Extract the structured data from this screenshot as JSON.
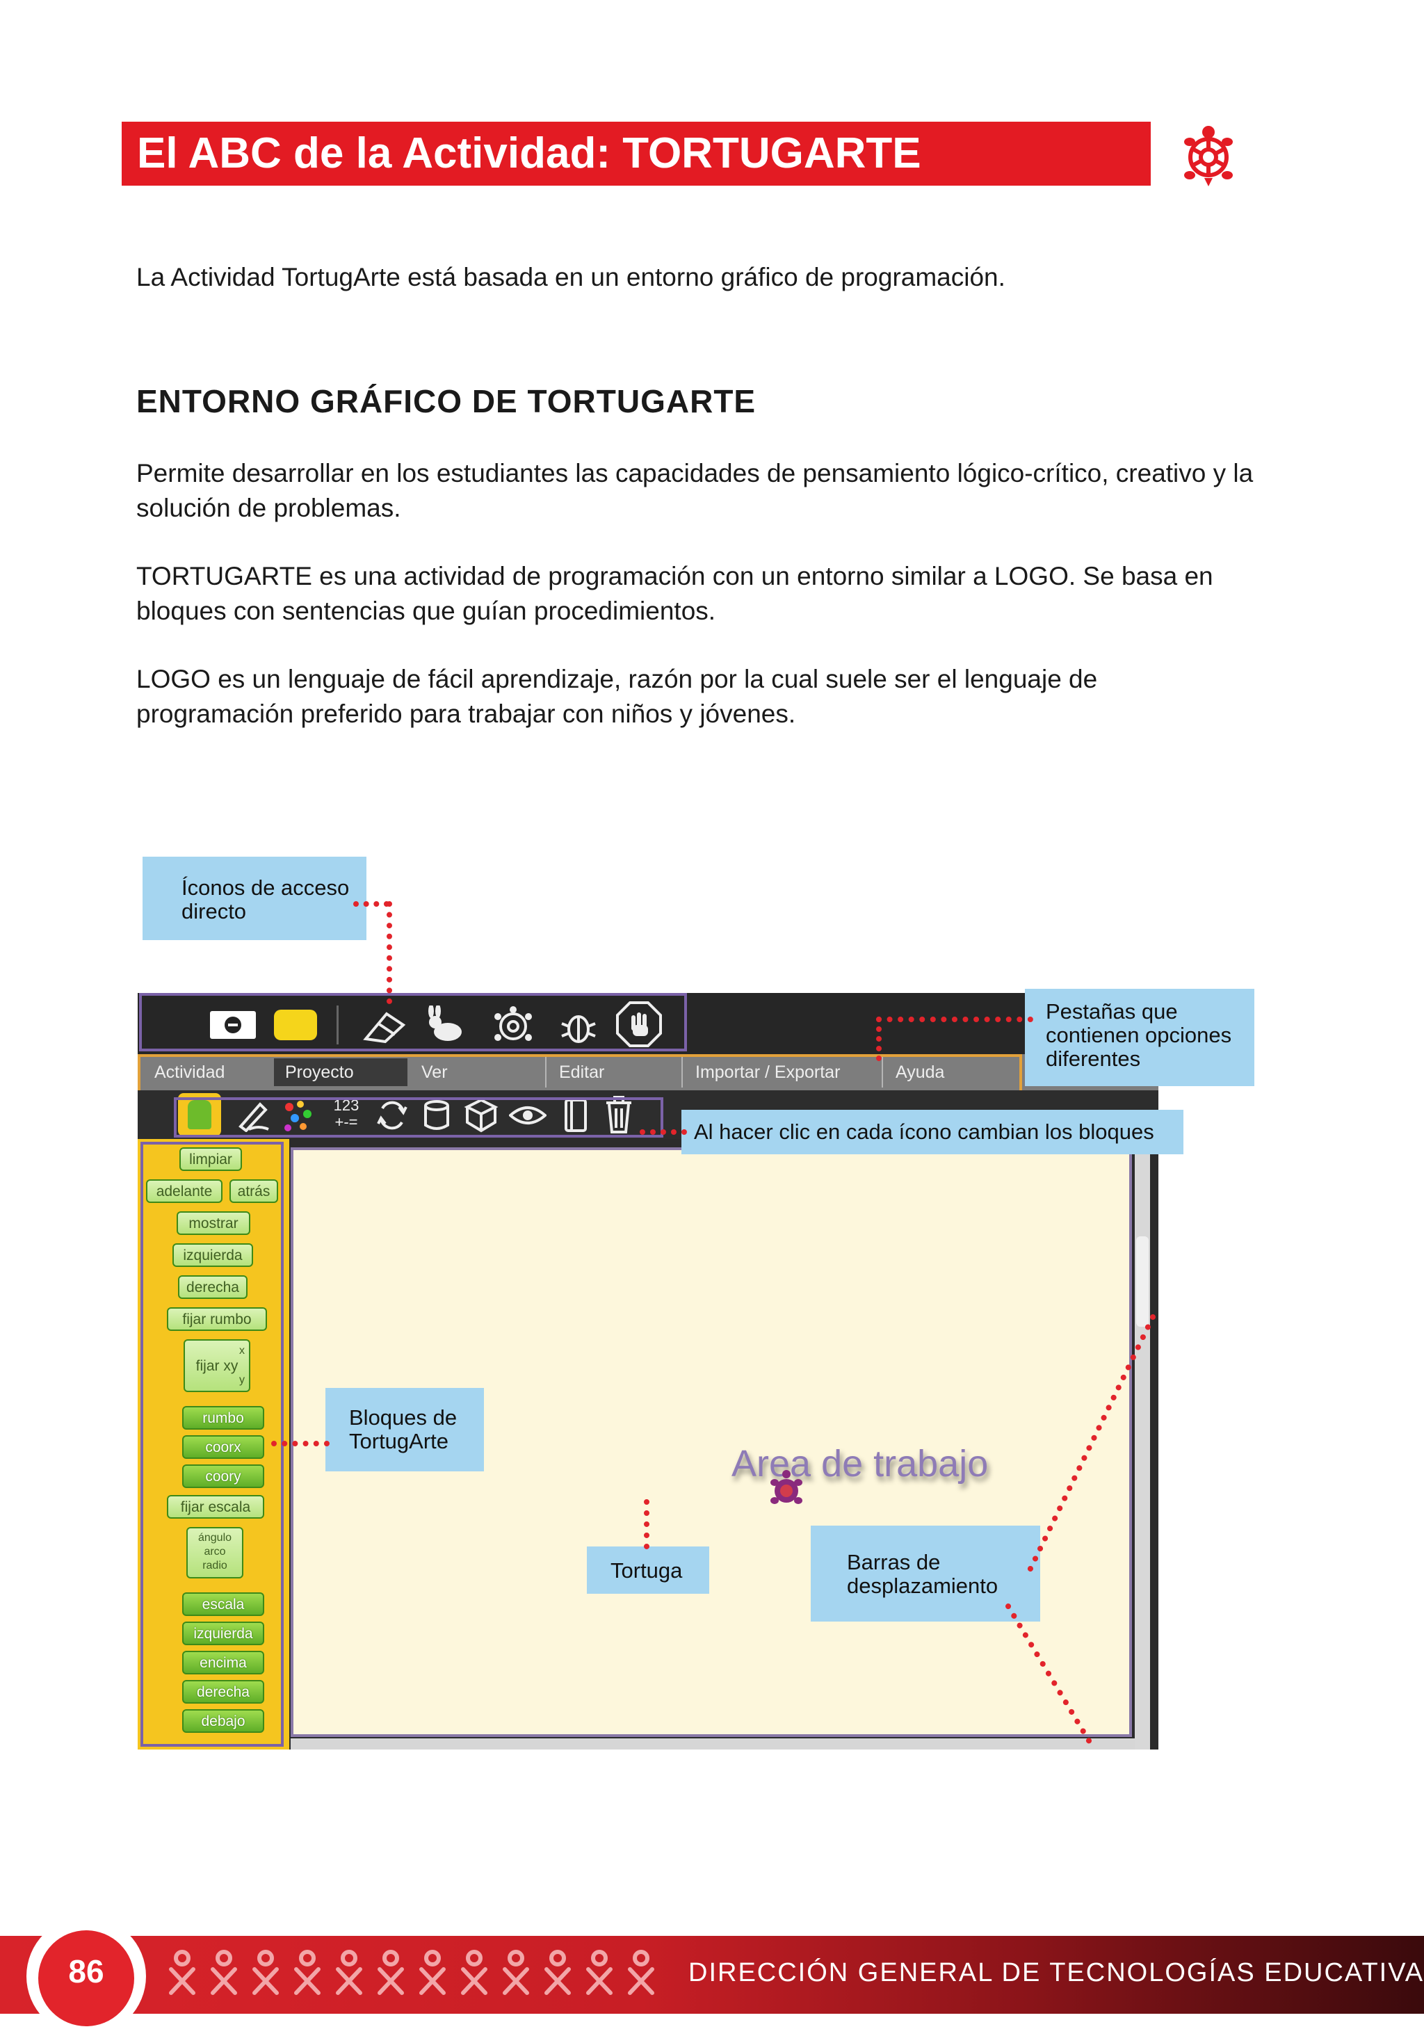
{
  "header": {
    "title": "El ABC de la Actividad: TORTUGARTE"
  },
  "intro": "La Actividad TortugArte está basada en un entorno gráfico de programación.",
  "section": {
    "heading": "ENTORNO GRÁFICO DE TORTUGARTE",
    "paragraphs": [
      "Permite desarrollar en los estudiantes las capacidades de pensamiento lógico-crítico, creativo y la solución de problemas.",
      "TORTUGARTE es una actividad de programación con un entorno similar a LOGO. Se basa en bloques con sentencias que guían procedimientos.",
      "LOGO es un lenguaje de fácil aprendizaje, razón por la cual suele ser el lenguaje de programación preferido para trabajar con niños y jóvenes."
    ]
  },
  "figure": {
    "tabs": [
      "Actividad",
      "Proyecto",
      "Ver",
      "Editar",
      "Importar / Exportar",
      "Ayuda"
    ],
    "active_tab": "Proyecto",
    "toolbar_icons": [
      "stop-icon",
      "speech-bubble-icon",
      "eraser-icon",
      "rabbit-icon",
      "turtle-icon",
      "bug-icon",
      "hand-stop-icon"
    ],
    "palette_icons": [
      "turtle-shape-icon",
      "pen-icon",
      "colors-icon",
      "numbers-icon",
      "flow-icon",
      "box-icon",
      "blocks-icon",
      "eye-icon",
      "book-icon",
      "trash-icon"
    ],
    "numbers_icon_text": [
      "123",
      "+-="
    ],
    "blocks": {
      "limpiar": "limpiar",
      "adelante": "adelante",
      "atras": "atrás",
      "mostrar": "mostrar",
      "izquierda": "izquierda",
      "derecha": "derecha",
      "fijar_rumbo": "fijar rumbo",
      "fijar_xy": "fijar xy",
      "x": "x",
      "y": "y",
      "rumbo": "rumbo",
      "coorx": "coorx",
      "coory": "coory",
      "fijar_escala": "fijar escala",
      "angulo": "ángulo",
      "arco": "arco",
      "radio": "radio",
      "escala": "escala",
      "izquierda2": "izquierda",
      "encima": "encima",
      "derecha2": "derecha",
      "debajo": "debajo"
    },
    "work_area_label": "Area de trabajo"
  },
  "callouts": {
    "icons": "Íconos de acceso directo",
    "tabs": "Pestañas que contienen opciones diferentes",
    "palette": "Al hacer clic en cada ícono cambian los bloques",
    "blocks": "Bloques de TortugArte",
    "turtle": "Tortuga",
    "scrollbars": "Barras de desplazamiento"
  },
  "footer": {
    "page_number": "86",
    "org": "DIRECCIÓN GENERAL DE TECNOLOGÍAS EDUCATIVAS"
  },
  "colors": {
    "accent_red": "#e31b23",
    "callout_blue": "#a5d5f0",
    "palette_yellow": "#f5c51f",
    "canvas_cream": "#fdf7dc",
    "outline_purple": "#7b62a8"
  }
}
